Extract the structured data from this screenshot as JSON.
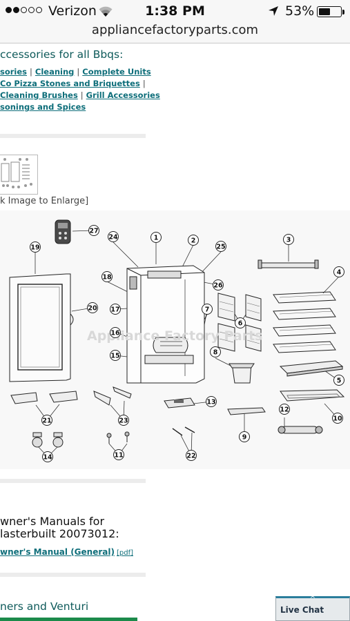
{
  "status_bar": {
    "carrier": "Verizon",
    "time": "1:38 PM",
    "battery_percent": "53%",
    "signal_bars_filled": 2,
    "signal_bars_total": 5,
    "battery_level": 0.53
  },
  "browser": {
    "url": "appliancefactoryparts.com"
  },
  "accessories": {
    "heading": "ccessories for all Bbqs:",
    "line1": [
      {
        "label": "sories",
        "type": "link"
      },
      {
        "label": "Cleaning",
        "type": "link"
      },
      {
        "label": "Complete Units",
        "type": "link"
      }
    ],
    "line2": [
      {
        "label": "Co Pizza Stones and Briquettes",
        "type": "link"
      }
    ],
    "line2_trailing_sep": true,
    "line3": [
      {
        "label": "Cleaning Brushes",
        "type": "link"
      },
      {
        "label": "Grill Accessories",
        "type": "link"
      }
    ],
    "line4": [
      {
        "label": "sonings and Spices",
        "type": "link"
      }
    ],
    "separator": "|"
  },
  "image_section": {
    "enlarge_caption": "k Image to Enlarge]"
  },
  "diagram": {
    "watermark": "Appliance Factory Parts",
    "part_numbers": [
      "1",
      "2",
      "3",
      "4",
      "5",
      "6",
      "7",
      "8",
      "9",
      "10",
      "11",
      "12",
      "13",
      "14",
      "15",
      "16",
      "17",
      "18",
      "19",
      "20",
      "21",
      "22",
      "23",
      "24",
      "25",
      "26",
      "27"
    ]
  },
  "manuals": {
    "heading_line1": "wner's Manuals for",
    "heading_line2": "lasterbuilt 20073012:",
    "link_label": "wner's Manual (General)",
    "pdf_label": "[pdf]"
  },
  "bottom": {
    "heading": "ners and Venturi"
  },
  "live_chat": {
    "label": "Live Chat",
    "caret": "^"
  },
  "colors": {
    "link": "#0e6e7a",
    "heading": "#0e5a5a",
    "accent_green": "#1b8a4a",
    "chat_border": "#2a7d9b"
  }
}
